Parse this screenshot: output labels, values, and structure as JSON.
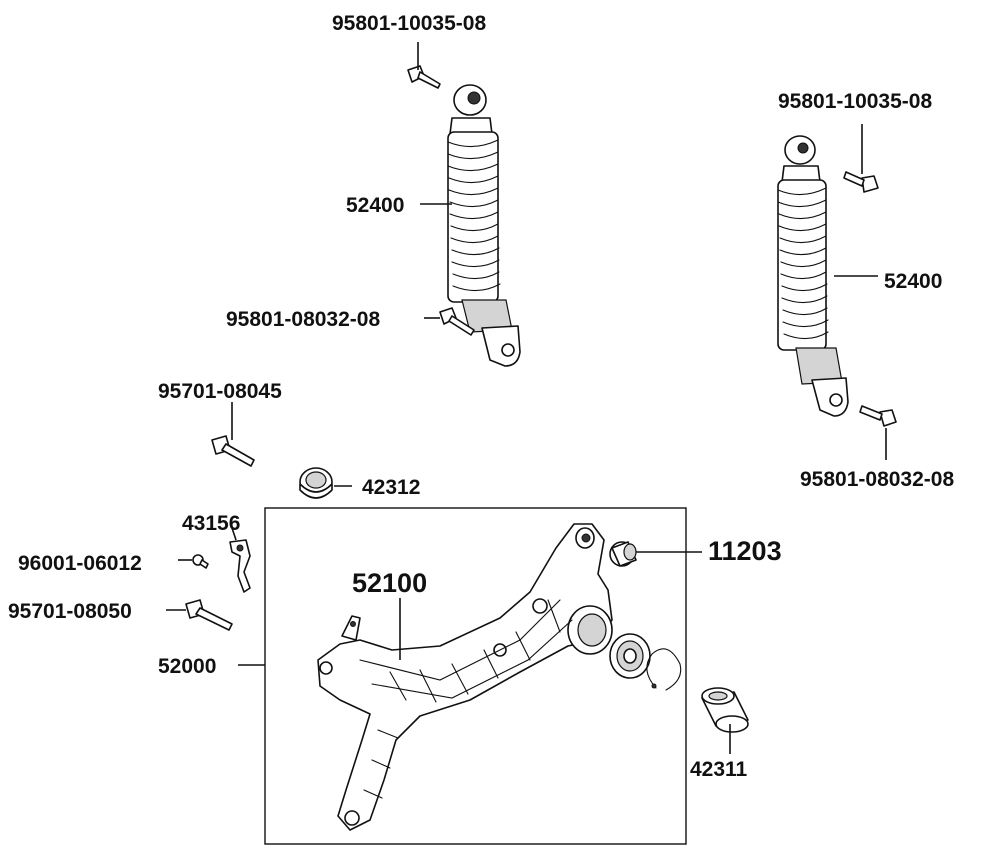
{
  "diagram": {
    "labels": {
      "shock_left_top_bolt": "95801-10035-08",
      "shock_right_top_bolt": "95801-10035-08",
      "shock_left": "52400",
      "shock_right": "52400",
      "shock_left_bottom_bolt": "95801-08032-08",
      "shock_right_bottom_bolt": "95801-08032-08",
      "pivot_bolt_upper": "95701-08045",
      "bushing_42312": "42312",
      "clamp_43156": "43156",
      "screw_96001": "96001-06012",
      "pivot_bolt_lower": "95701-08050",
      "assembly_52000": "52000",
      "swing_arm_52100": "52100",
      "bearing_11203": "11203",
      "collar_42311": "42311"
    }
  }
}
